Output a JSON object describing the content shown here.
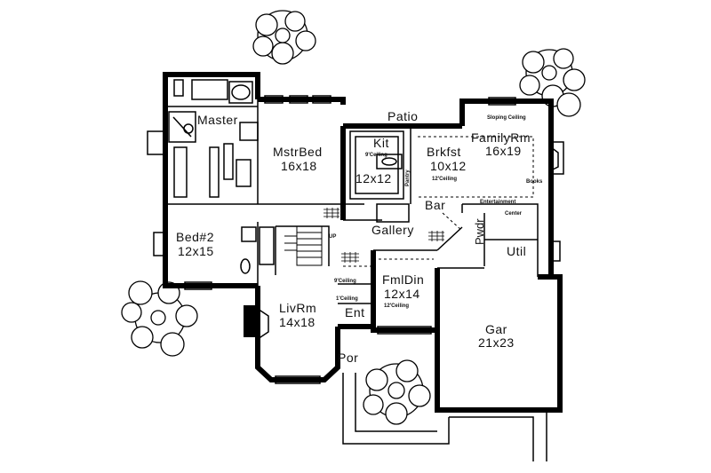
{
  "rooms": {
    "master": "Master",
    "mstrbed": {
      "name": "MstrBed",
      "size": "16x18"
    },
    "patio": "Patio",
    "sloping": "Sloping Ceiling",
    "familyrm": {
      "name": "FamilyRm",
      "size": "16x19"
    },
    "books": "Books",
    "kit": {
      "name": "Kit",
      "ceiling": "9'Ceiling",
      "size": "12x12"
    },
    "pantry": "Pantry",
    "brkfst": {
      "name": "Brkfst",
      "size": "10x12",
      "ceiling": "12'Ceiling"
    },
    "entertainment": "Entertainment",
    "center": "Center",
    "bar": "Bar",
    "bed2": {
      "name": "Bed#2",
      "size": "12x15"
    },
    "up": "UP",
    "gallery": "Gallery",
    "pwdr": "Pwdr",
    "util": "Util",
    "livrm": {
      "name": "LivRm",
      "size": "14x18"
    },
    "livceil_a": "9'Ceiling",
    "livceil_b": "1'Ceiling",
    "fmldin": {
      "name": "FmlDin",
      "size": "12x14",
      "ceiling": "12'Ceiling"
    },
    "ent": "Ent",
    "por": "Por",
    "gar": {
      "name": "Gar",
      "size": "21x23"
    }
  }
}
